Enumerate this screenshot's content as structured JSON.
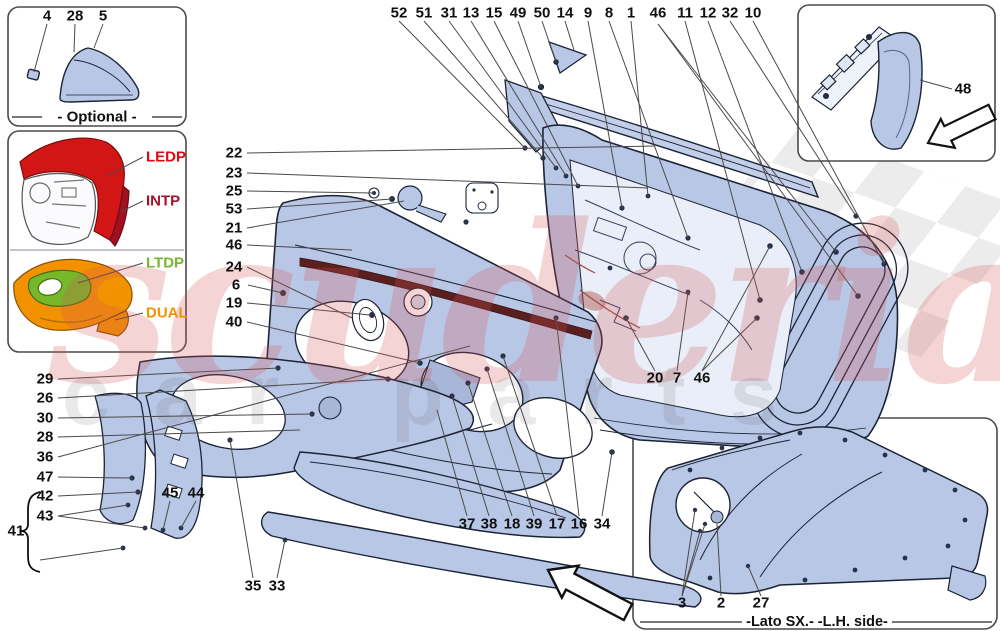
{
  "diagram": {
    "type": "exploded-parts-diagram",
    "subject": "car door substructure and trim panels"
  },
  "watermark": {
    "brand": "scuderia",
    "sub": "car parts"
  },
  "captions": {
    "optional_box": "- Optional -",
    "lh_side_box": "-Lato SX.- -L.H. side-"
  },
  "color_codes": {
    "items": [
      {
        "label": "LEDP",
        "color": "#e30613"
      },
      {
        "label": "INTP",
        "color": "#a8112b"
      },
      {
        "label": "LTDP",
        "color": "#76b82a"
      },
      {
        "label": "DUAL",
        "color": "#f39200"
      }
    ]
  },
  "icons": {
    "detail_arrow": "outline-arrow-down-left",
    "view_arrow": "outline-arrow-up-left"
  },
  "palette": {
    "part_fill": "#b9c7e6",
    "part_fill_light": "#d3ddf1",
    "ink": "#1b2335",
    "leader_line": "#4a4a4a",
    "watermark_pink": "rgba(211,84,84,0.25)",
    "checker_gray": "#d9d9d9"
  },
  "callouts": [
    "4",
    "28",
    "5",
    "52",
    "51",
    "31",
    "13",
    "15",
    "49",
    "50",
    "14",
    "9",
    "8",
    "1",
    "46",
    "11",
    "12",
    "32",
    "10",
    "48",
    "22",
    "23",
    "25",
    "53",
    "21",
    "46",
    "24",
    "6",
    "19",
    "40",
    "29",
    "26",
    "30",
    "28",
    "36",
    "47",
    "42",
    "43",
    "41",
    "45",
    "44",
    "35",
    "33",
    "37",
    "38",
    "18",
    "39",
    "17",
    "16",
    "34",
    "20",
    "7",
    "46",
    "3",
    "2",
    "27"
  ]
}
